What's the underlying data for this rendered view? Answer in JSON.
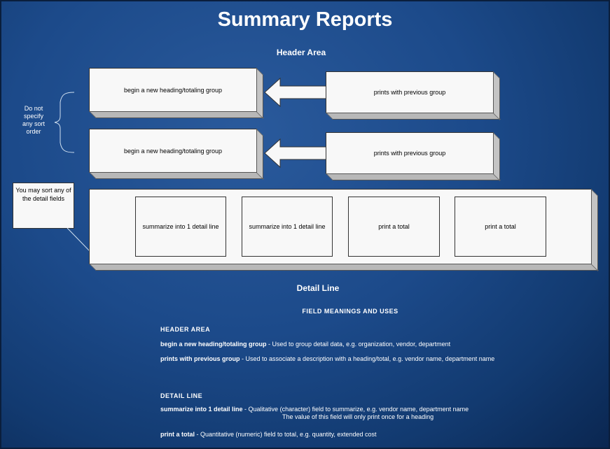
{
  "title": "Summary Reports",
  "header_area_label": "Header Area",
  "detail_line_label": "Detail Line",
  "diagram": {
    "header_rows": [
      {
        "left": "begin a new heading/totaling  group",
        "right": "prints with previous group"
      },
      {
        "left": "begin a new heading/totaling  group",
        "right": "prints with previous group"
      }
    ],
    "sort_order_note": "Do not specify any sort order",
    "detail_note": "You may sort any of the detail fields",
    "detail_fields": [
      "summarize into 1 detail line",
      "summarize into 1 detail line",
      "print a total",
      "print a total"
    ]
  },
  "legend": {
    "heading": "FIELD MEANINGS AND USES",
    "header_area": {
      "title": "HEADER AREA",
      "items": [
        {
          "term": "begin a new heading/totaling group",
          "desc": " - Used to group detail data, e.g. organization, vendor, department"
        },
        {
          "term": "prints with previous group",
          "desc": " - Used to associate a description with a heading/total, e.g. vendor name, department name"
        }
      ]
    },
    "detail_line": {
      "title": "DETAIL LINE",
      "items": [
        {
          "term": "summarize into 1 detail line",
          "desc": " - Qualitative (character) field  to summarize, e.g. vendor name, department name",
          "desc2": "The value of this field will only print once for a heading"
        },
        {
          "term": "print a total",
          "desc": " - Quantitative (numeric) field to total, e.g. quantity, extended cost"
        }
      ]
    }
  }
}
